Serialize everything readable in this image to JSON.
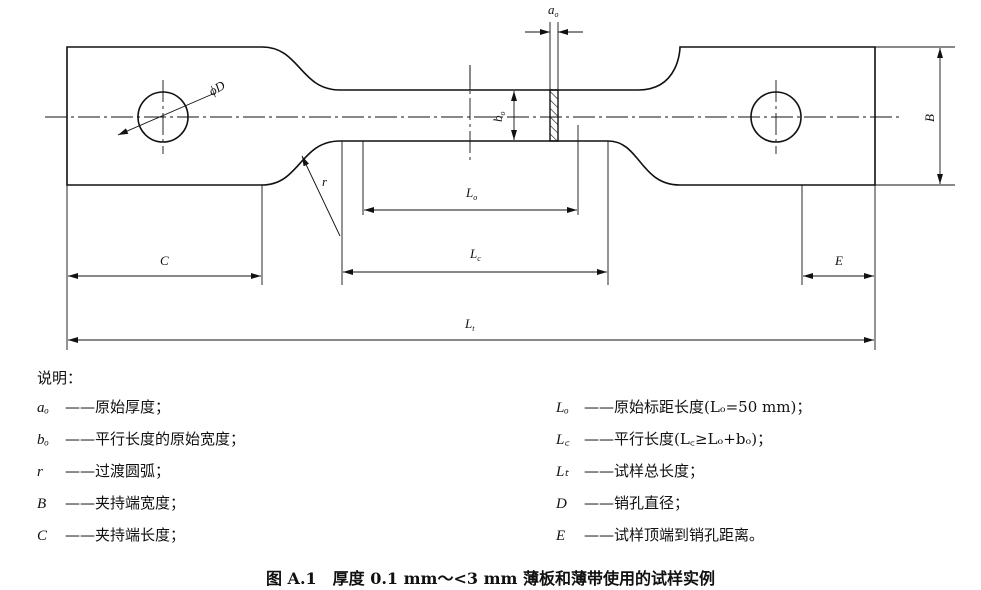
{
  "figure": {
    "labels": {
      "a0": "a",
      "a0_sub": "o",
      "b0": "b",
      "b0_sub": "o",
      "phiD": "ϕD",
      "r": "r",
      "L0": "L",
      "L0_sub": "o",
      "Lc": "L",
      "Lc_sub": "c",
      "Lt": "L",
      "Lt_sub": "t",
      "B": "B",
      "C": "C",
      "E": "E"
    }
  },
  "legend": {
    "title": "说明：",
    "left": [
      {
        "symbol": "aₒ",
        "text": "——原始厚度；"
      },
      {
        "symbol": "bₒ",
        "text": "——平行长度的原始宽度；"
      },
      {
        "symbol": "r",
        "text": "——过渡圆弧；"
      },
      {
        "symbol": "B",
        "text": "——夹持端宽度；"
      },
      {
        "symbol": "C",
        "text": "——夹持端长度；"
      }
    ],
    "right": [
      {
        "symbol": "Lₒ",
        "text": "——原始标距长度(Lₒ=50 mm)；"
      },
      {
        "symbol": "L꜀",
        "text": "——平行长度(L꜀≥Lₒ+bₒ)；"
      },
      {
        "symbol": "Lₜ",
        "text": "——试样总长度；"
      },
      {
        "symbol": "D",
        "text": "——销孔直径；"
      },
      {
        "symbol": "E",
        "text": "——试样顶端到销孔距离。"
      }
    ]
  },
  "caption": "图 A.1　厚度 0.1 mm～<3 mm 薄板和薄带使用的试样实例"
}
